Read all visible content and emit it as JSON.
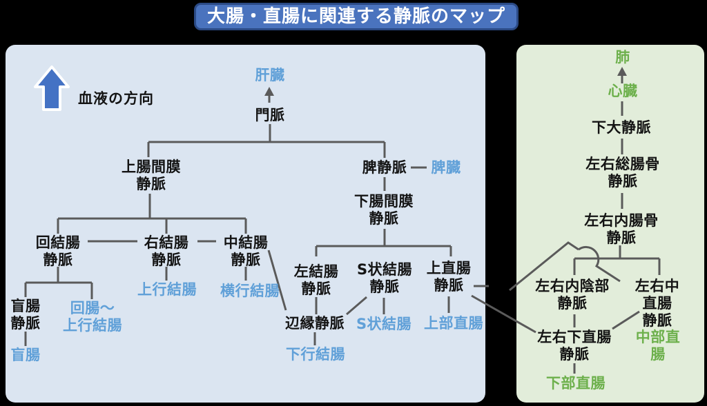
{
  "title": "大腸・直腸に関連する静脈のマップ",
  "legend": {
    "blood_direction": "血液の方向"
  },
  "icons": {
    "blood_direction_arrow": "up-arrow",
    "portal_to_liver_arrow": "up-arrow",
    "heart_to_lung_arrow": "up-arrow"
  },
  "colors": {
    "background": "#000000",
    "title_bg": "#4a73be",
    "title_border": "#2b4a85",
    "title_text": "#ffffff",
    "portal_panel_bg": "#dbe5f1",
    "systemic_panel_bg": "#e2edda",
    "vein_text": "#141414",
    "portal_organ_text": "#60a0d8",
    "systemic_organ_text": "#6db04c",
    "connector_line": "#5a5a5a",
    "arrow_blue": "#4472c4"
  },
  "portal_system": {
    "liver": "肝臓",
    "portal_vein": "門脈",
    "superior_mesenteric_vein": "上腸間膜\n静脈",
    "splenic_vein": "脾静脈",
    "spleen": "脾臓",
    "inferior_mesenteric_vein": "下腸間膜\n静脈",
    "ileocolic_vein": "回結腸\n静脈",
    "right_colic_vein": "右結腸\n静脈",
    "middle_colic_vein": "中結腸\n静脈",
    "ascending_colon": "上行結腸",
    "transverse_colon": "横行結腸",
    "cecal_vein": "盲腸\n静脈",
    "ileum_to_ascending_colon": "回腸〜\n上行結腸",
    "cecum": "盲腸",
    "left_colic_vein": "左結腸\n静脈",
    "sigmoid_vein": "S状結腸\n静脈",
    "superior_rectal_vein": "上直腸\n静脈",
    "marginal_vein": "辺縁静脈",
    "sigmoid_colon": "S状結腸",
    "upper_rectum": "上部直腸",
    "descending_colon": "下行結腸"
  },
  "systemic_system": {
    "lung": "肺",
    "heart": "心臓",
    "inferior_vena_cava": "下大静脈",
    "common_iliac_veins": "左右総腸骨\n静脈",
    "internal_iliac_veins": "左右内腸骨\n静脈",
    "internal_pudendal_veins": "左右内陰部\n静脈",
    "middle_rectal_veins": "左右中直腸\n静脈",
    "inferior_rectal_veins": "左右下直腸\n静脈",
    "lower_rectum": "下部直腸",
    "middle_rectum": "中部直腸"
  }
}
